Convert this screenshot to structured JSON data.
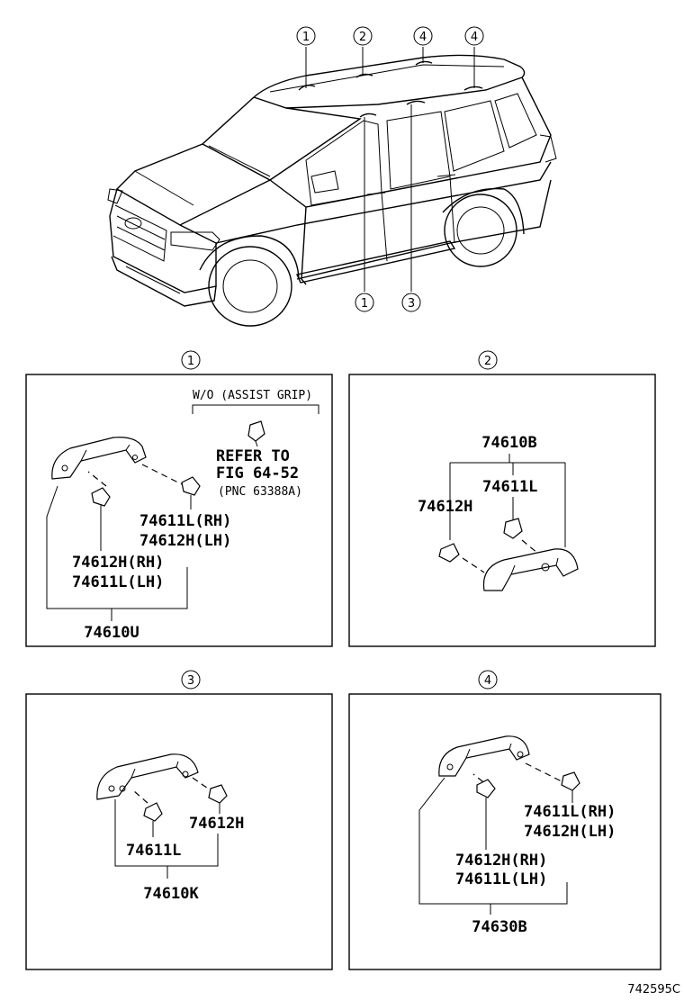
{
  "figure_id": "742595C",
  "callouts": {
    "car_top": [
      "1",
      "2",
      "4",
      "4"
    ],
    "car_bottom": [
      "1",
      "3"
    ]
  },
  "panels": [
    {
      "index": "1",
      "note": {
        "condition": "W/O (ASSIST GRIP)",
        "refer_line1": "REFER TO",
        "refer_line2": "FIG 64-52",
        "refer_line3": "(PNC 63388A)"
      },
      "labels": [
        "74611L(RH)",
        "74612H(LH)",
        "74612H(RH)",
        "74611L(LH)"
      ],
      "assembly": "74610U"
    },
    {
      "index": "2",
      "assembly": "74610B",
      "labels": [
        "74611L",
        "74612H"
      ]
    },
    {
      "index": "3",
      "labels": [
        "74612H",
        "74611L"
      ],
      "assembly": "74610K"
    },
    {
      "index": "4",
      "labels": [
        "74611L(RH)",
        "74612H(LH)",
        "74612H(RH)",
        "74611L(LH)"
      ],
      "assembly": "74630B"
    }
  ]
}
